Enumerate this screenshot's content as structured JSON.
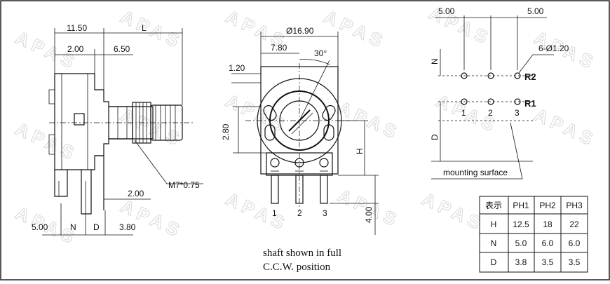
{
  "watermark": "APAS",
  "side_view": {
    "dims": {
      "d1150": "11.50",
      "dL": "L",
      "d200_top": "2.00",
      "d650": "6.50",
      "thread": "M7*0.75",
      "d200_right": "2.00",
      "d500": "5.00",
      "dN": "N",
      "dD": "D",
      "d380": "3.80"
    }
  },
  "front_view": {
    "dims": {
      "diameter": "Ø16.90",
      "d780": "7.80",
      "angle": "30°",
      "d120": "1.20",
      "d280": "2.80",
      "dH": "H",
      "d400": "4.00"
    },
    "pins": [
      "1",
      "2",
      "3"
    ],
    "caption_line1": "shaft shown in full",
    "caption_line2": "C.C.W. position"
  },
  "pcb_layout": {
    "dims": {
      "d500_left": "5.00",
      "d500_right": "5.00",
      "holes": "6-Ø1.20",
      "dN": "N",
      "dD": "D"
    },
    "row_r2": "R2",
    "row_r1": "R1",
    "pins": [
      "1",
      "2",
      "3"
    ],
    "mounting": "mounting surface"
  },
  "table": {
    "header": [
      "表示",
      "PH1",
      "PH2",
      "PH3"
    ],
    "rows": [
      [
        "H",
        "12.5",
        "18",
        "22"
      ],
      [
        "N",
        "5.0",
        "6.0",
        "6.0"
      ],
      [
        "D",
        "3.8",
        "3.5",
        "3.5"
      ]
    ]
  }
}
